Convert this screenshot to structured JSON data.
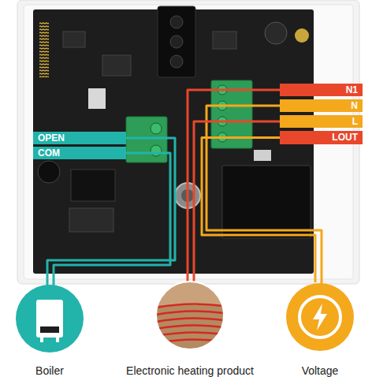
{
  "diagram": {
    "nodes": [
      {
        "text": [
          "OPEN"
        ]
      },
      {
        "text": [
          "COM"
        ]
      },
      {
        "text": [
          "N1"
        ]
      },
      {
        "text": [
          "N"
        ]
      },
      {
        "text": [
          "L"
        ]
      },
      {
        "text": [
          "LOUT"
        ]
      },
      {
        "text": [
          "Boiler"
        ]
      },
      {
        "text": [
          "Electronic heating product"
        ]
      },
      {
        "text": [
          "Voltage"
        ]
      }
    ],
    "edges": [
      {
        "from": 0,
        "to": 6,
        "arrow": "none"
      },
      {
        "from": 1,
        "to": 6,
        "arrow": "none"
      },
      {
        "from": 2,
        "to": 7,
        "arrow": "none"
      },
      {
        "from": 5,
        "to": 7,
        "arrow": "none"
      },
      {
        "from": 3,
        "to": 8,
        "arrow": "none"
      },
      {
        "from": 4,
        "to": 8,
        "arrow": "none"
      }
    ]
  }
}
